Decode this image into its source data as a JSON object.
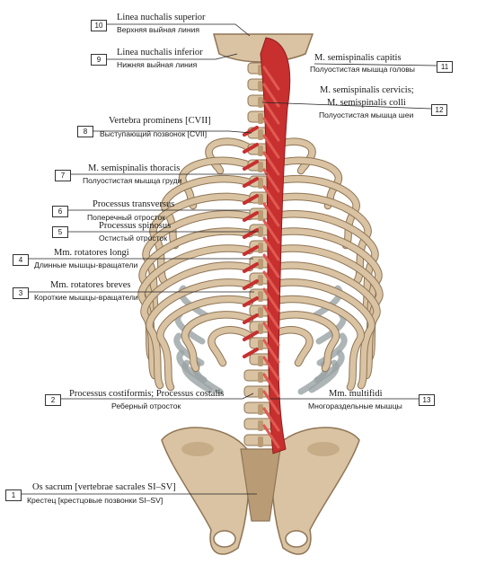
{
  "colors": {
    "bone": "#d9c3a2",
    "bone_shadow": "#b99c75",
    "bone_dark": "#8f7556",
    "muscle": "#c7302f",
    "muscle_light": "#e05a52",
    "cartilage": "#9aa2a4",
    "leader_line": "#222222"
  },
  "labels": [
    {
      "num": "10",
      "latin": "Linea nuchalis superior",
      "russian": "Верхняя выйная линия"
    },
    {
      "num": "9",
      "latin": "Linea nuchalis inferior",
      "russian": "Нижняя выйная линия"
    },
    {
      "num": "11",
      "latin": "M. semispinalis capitis",
      "russian": "Полуостистая мышца головы"
    },
    {
      "num": "12",
      "latin": "M. semispinalis cervicis;",
      "latin2": "M. semispinalis colli",
      "russian": "Полуостистая мышца шеи"
    },
    {
      "num": "8",
      "latin": "Vertebra prominens [CVII]",
      "russian": "Выступающий позвонок [CVII]"
    },
    {
      "num": "7",
      "latin": "M. semispinalis thoracis",
      "russian": "Полуостистая мышца груди"
    },
    {
      "num": "6",
      "latin": "Processus transversus",
      "russian": "Поперечный отросток"
    },
    {
      "num": "5",
      "latin": "Processus spinosus",
      "russian": "Остистый отросток"
    },
    {
      "num": "4",
      "latin": "Mm. rotatores longi",
      "russian": "Длинные мышцы-вращатели"
    },
    {
      "num": "3",
      "latin": "Mm. rotatores breves",
      "russian": "Короткие мышцы-вращатели"
    },
    {
      "num": "2",
      "latin": "Processus costiformis; Processus costalis",
      "russian": "Реберный отросток"
    },
    {
      "num": "13",
      "latin": "Mm. multifidi",
      "russian": "Многораздельные мышцы"
    },
    {
      "num": "1",
      "latin": "Os sacrum [vertebrae sacrales SI–SV]",
      "russian": "Крестец [крестцовые позвонки SI–SV]"
    }
  ]
}
